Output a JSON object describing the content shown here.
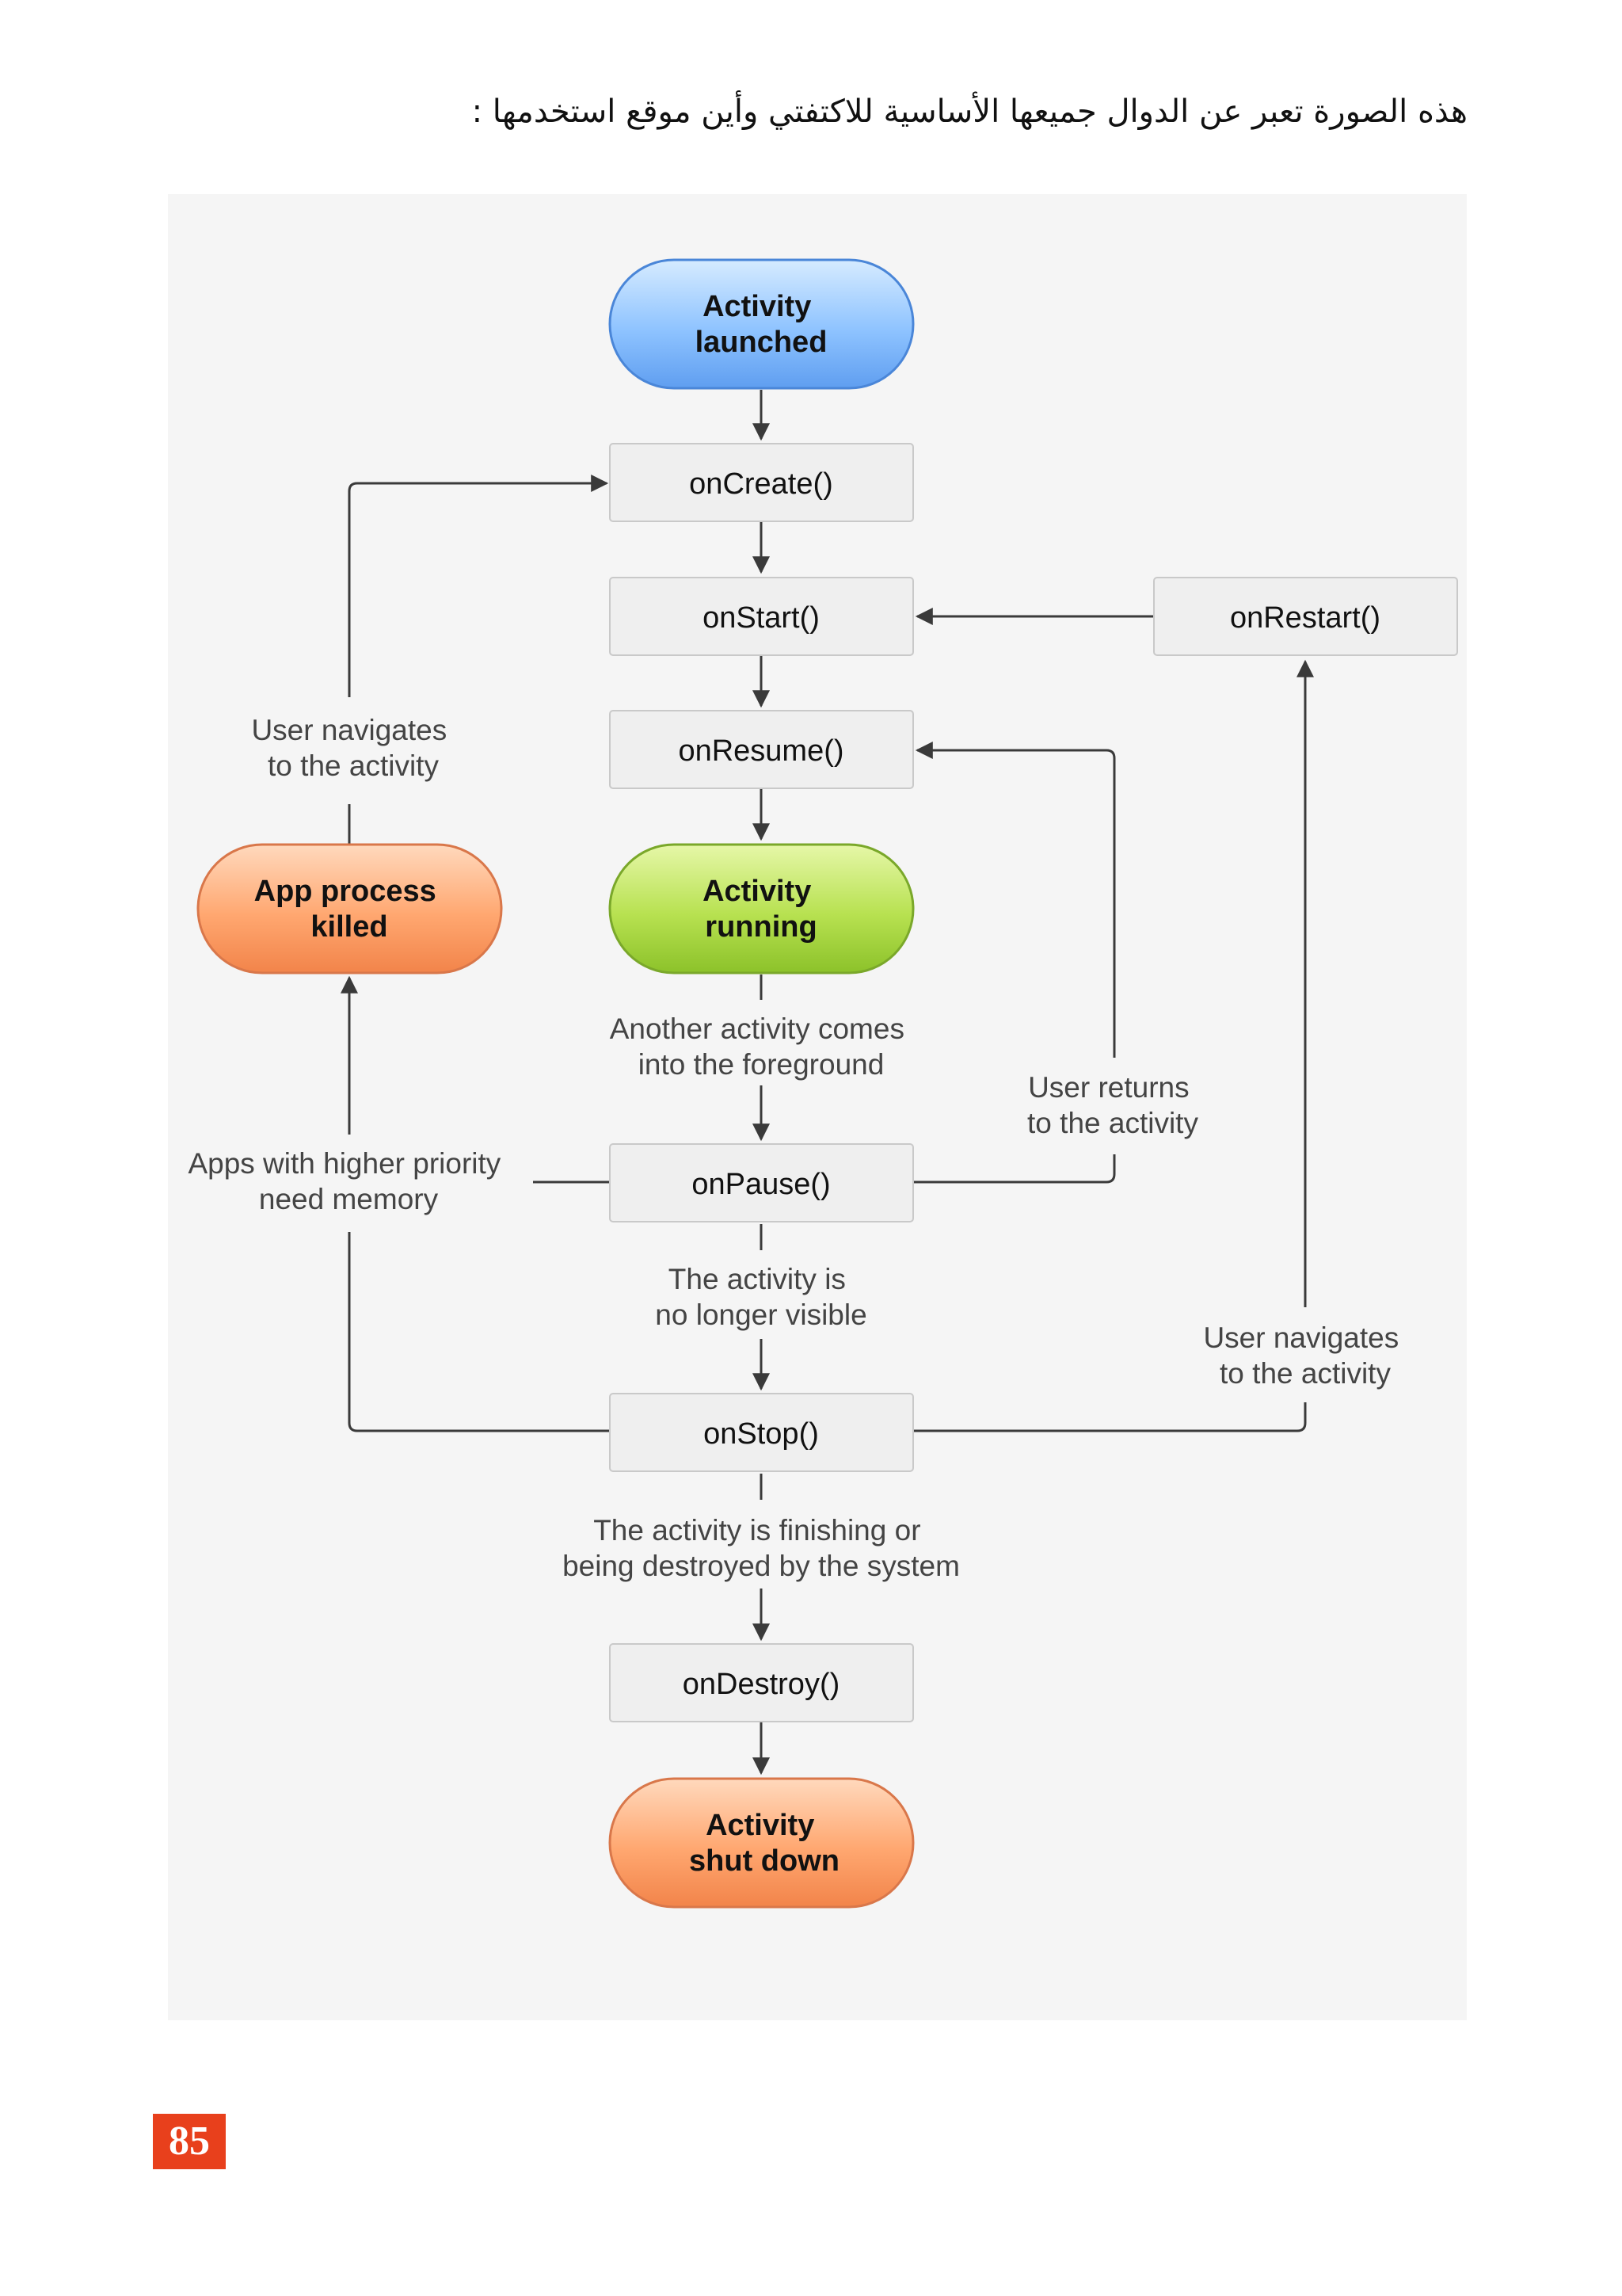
{
  "page": {
    "heading": "هذه الصورة تعبر عن الدوال جميعها الأساسية للاكتفتي وأين موقع استخدمها :",
    "page_number": "85"
  },
  "colors": {
    "start_state_blue": "#8ec3ff",
    "running_state_green": "#b7e150",
    "end_state_orange": "#ffa770",
    "callback_box": "#efefef",
    "page_badge": "#e8401c"
  },
  "diagram": {
    "states": {
      "launched": [
        "Activity",
        "launched"
      ],
      "running": [
        "Activity",
        "running"
      ],
      "killed": [
        "App process",
        "killed"
      ],
      "shutdown": [
        "Activity",
        "shut down"
      ]
    },
    "callbacks": {
      "oncreate": "onCreate()",
      "onstart": "onStart()",
      "onrestart": "onRestart()",
      "onresume": "onResume()",
      "onpause": "onPause()",
      "onstop": "onStop()",
      "ondestroy": "onDestroy()"
    },
    "edge_labels": {
      "user_navigates_left": [
        "User navigates",
        "to the activity"
      ],
      "another_activity": [
        "Another activity comes",
        "into the foreground"
      ],
      "user_returns": [
        "User returns",
        "to the activity"
      ],
      "higher_priority": [
        "Apps with higher priority",
        "need memory"
      ],
      "no_longer_visible": [
        "The activity is",
        "no longer visible"
      ],
      "user_navigates_right": [
        "User navigates",
        "to the activity"
      ],
      "finishing": [
        "The activity is finishing or",
        "being destroyed by the system"
      ]
    }
  }
}
